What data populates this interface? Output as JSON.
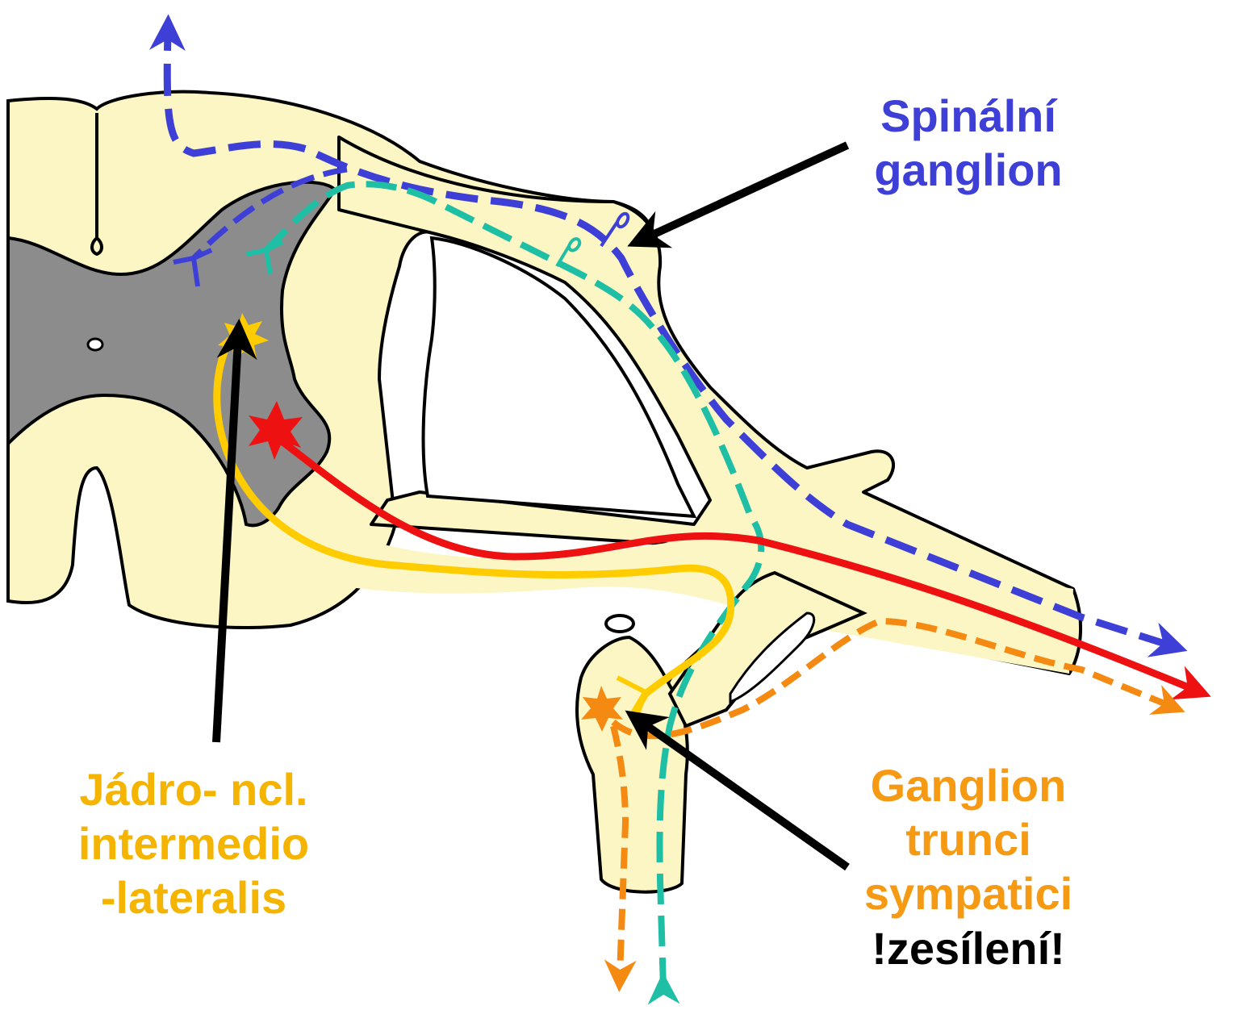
{
  "labels": {
    "spinal_ganglion": {
      "lines": [
        "Spinální",
        "ganglion"
      ]
    },
    "nucleus": {
      "lines": [
        "Jádro- ncl.",
        "intermedio",
        "-lateralis"
      ]
    },
    "trunk_ganglion": {
      "lines": [
        "Ganglion",
        "trunci",
        "sympatici"
      ],
      "emphasis": "!zesílení!"
    }
  },
  "colors": {
    "white_matter": "#fbf6c4",
    "gray_matter": "#8c8c8c",
    "outline": "#000000",
    "afferent_somatic": "#3d3fd6",
    "afferent_visceral": "#1fbfa6",
    "somatic_motor": "#ee1111",
    "preganglionic": "#ffcc00",
    "postganglionic": "#f58a12",
    "label_blue": "#3d3fd6",
    "label_yellow": "#f5b400",
    "label_orange": "#f59a12",
    "label_black": "#000000"
  }
}
